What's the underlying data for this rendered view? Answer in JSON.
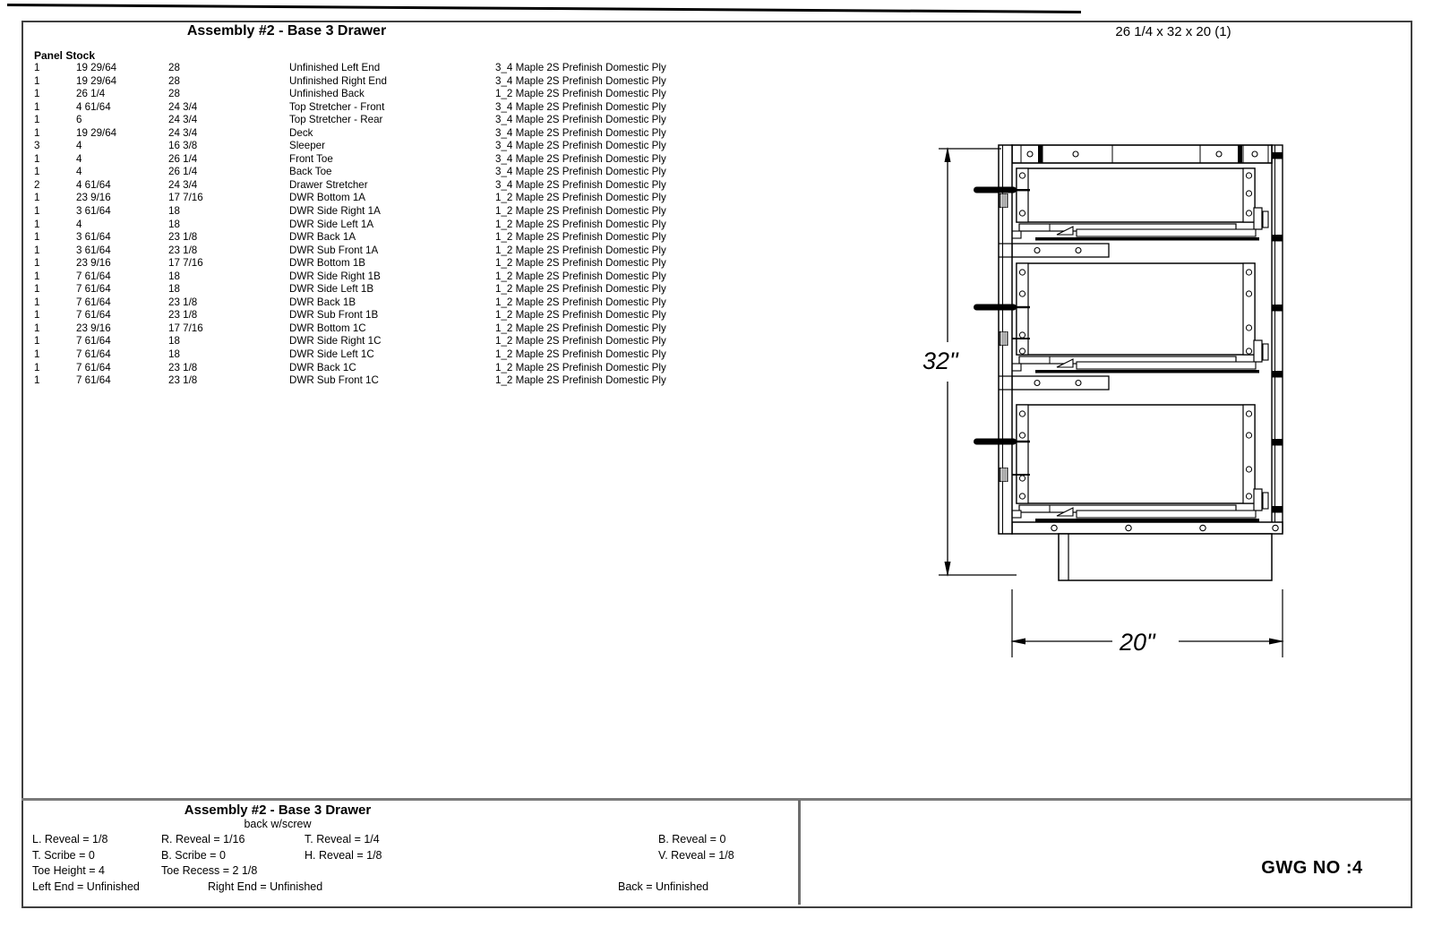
{
  "page": {
    "main_title": "Assembly #2 - Base 3 Drawer",
    "size_summary": "26 1/4 x 32 x 20 (1)"
  },
  "panel_stock": {
    "section_label": "Panel Stock",
    "rows": [
      [
        "1",
        "19 29/64",
        "28",
        "Unfinished Left End",
        "3_4 Maple 2S Prefinish Domestic Ply"
      ],
      [
        "1",
        "19 29/64",
        "28",
        "Unfinished Right End",
        "3_4 Maple 2S Prefinish Domestic Ply"
      ],
      [
        "1",
        "26 1/4",
        "28",
        "Unfinished Back",
        "1_2 Maple 2S Prefinish Domestic Ply"
      ],
      [
        "1",
        "4 61/64",
        "24 3/4",
        "Top Stretcher - Front",
        "3_4 Maple 2S Prefinish Domestic Ply"
      ],
      [
        "1",
        "6",
        "24 3/4",
        "Top Stretcher - Rear",
        "3_4 Maple 2S Prefinish Domestic Ply"
      ],
      [
        "1",
        "19 29/64",
        "24 3/4",
        "Deck",
        "3_4 Maple 2S Prefinish Domestic Ply"
      ],
      [
        "3",
        "4",
        "16 3/8",
        "Sleeper",
        "3_4 Maple 2S Prefinish Domestic Ply"
      ],
      [
        "1",
        "4",
        "26 1/4",
        "Front Toe",
        "3_4 Maple 2S Prefinish Domestic Ply"
      ],
      [
        "1",
        "4",
        "26 1/4",
        "Back Toe",
        "3_4 Maple 2S Prefinish Domestic Ply"
      ],
      [
        "2",
        "4 61/64",
        "24 3/4",
        "Drawer Stretcher",
        "3_4 Maple 2S Prefinish Domestic Ply"
      ],
      [
        "1",
        "23 9/16",
        "17 7/16",
        "DWR Bottom 1A",
        "1_2 Maple 2S Prefinish Domestic Ply"
      ],
      [
        "1",
        "3 61/64",
        "18",
        "DWR Side Right 1A",
        "1_2 Maple 2S Prefinish Domestic Ply"
      ],
      [
        "1",
        "4",
        "18",
        "DWR Side Left 1A",
        "1_2 Maple 2S Prefinish Domestic Ply"
      ],
      [
        "1",
        "3 61/64",
        "23 1/8",
        "DWR Back 1A",
        "1_2 Maple 2S Prefinish Domestic Ply"
      ],
      [
        "1",
        "3 61/64",
        "23 1/8",
        "DWR Sub Front 1A",
        "1_2 Maple 2S Prefinish Domestic Ply"
      ],
      [
        "1",
        "23 9/16",
        "17 7/16",
        "DWR Bottom 1B",
        "1_2 Maple 2S Prefinish Domestic Ply"
      ],
      [
        "1",
        "7 61/64",
        "18",
        "DWR Side Right 1B",
        "1_2 Maple 2S Prefinish Domestic Ply"
      ],
      [
        "1",
        "7 61/64",
        "18",
        "DWR Side Left 1B",
        "1_2 Maple 2S Prefinish Domestic Ply"
      ],
      [
        "1",
        "7 61/64",
        "23 1/8",
        "DWR Back 1B",
        "1_2 Maple 2S Prefinish Domestic Ply"
      ],
      [
        "1",
        "7 61/64",
        "23 1/8",
        "DWR Sub Front 1B",
        "1_2 Maple 2S Prefinish Domestic Ply"
      ],
      [
        "1",
        "23 9/16",
        "17 7/16",
        "DWR Bottom 1C",
        "1_2 Maple 2S Prefinish Domestic Ply"
      ],
      [
        "1",
        "7 61/64",
        "18",
        "DWR Side Right 1C",
        "1_2 Maple 2S Prefinish Domestic Ply"
      ],
      [
        "1",
        "7 61/64",
        "18",
        "DWR Side Left 1C",
        "1_2 Maple 2S Prefinish Domestic Ply"
      ],
      [
        "1",
        "7 61/64",
        "23 1/8",
        "DWR Back 1C",
        "1_2 Maple 2S Prefinish Domestic Ply"
      ],
      [
        "1",
        "7 61/64",
        "23 1/8",
        "DWR Sub Front 1C",
        "1_2 Maple 2S Prefinish Domestic Ply"
      ]
    ]
  },
  "drawing": {
    "height_dim": "32\"",
    "width_dim": "20\""
  },
  "footer": {
    "title": "Assembly #2 - Base 3 Drawer",
    "subtitle": "back w/screw",
    "specs": {
      "l_reveal": "L. Reveal = 1/8",
      "r_reveal": "R. Reveal = 1/16",
      "t_reveal": "T. Reveal = 1/4",
      "b_reveal": "B. Reveal = 0",
      "t_scribe": "T. Scribe = 0",
      "b_scribe": "B. Scribe = 0",
      "h_reveal": "H. Reveal = 1/8",
      "v_reveal": "V. Reveal = 1/8",
      "toe_height": "Toe Height = 4",
      "toe_recess": "Toe Recess = 2 1/8",
      "left_end": "Left End = Unfinished",
      "right_end": "Right End = Unfinished",
      "back": "Back = Unfinished"
    },
    "gwg_no": "GWG NO :4"
  }
}
